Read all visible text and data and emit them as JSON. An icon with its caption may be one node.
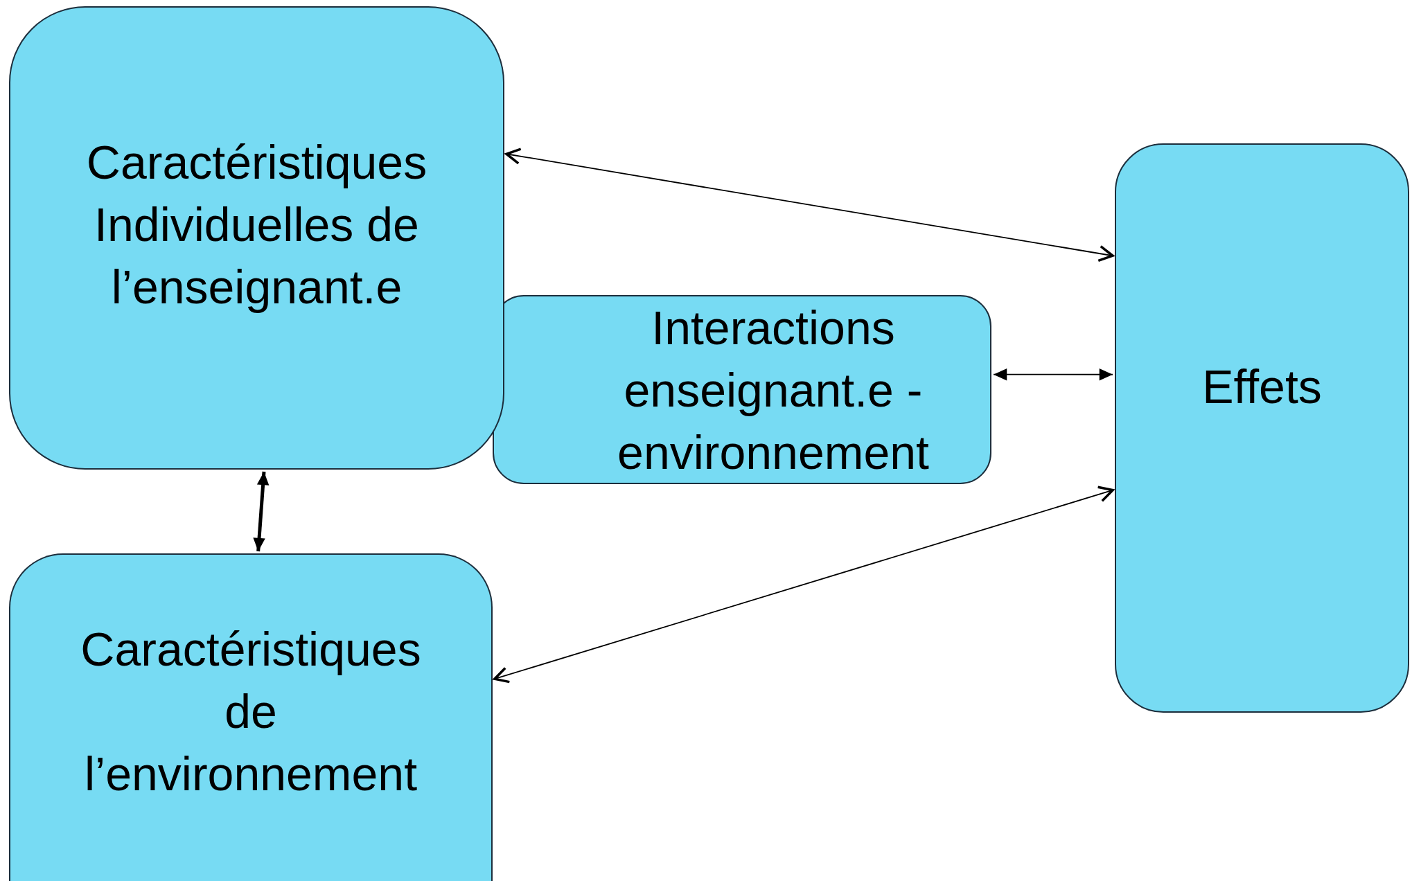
{
  "diagram": {
    "nodes": [
      {
        "text": [
          "Caractéristiques Individuelles de l’enseignant.e"
        ]
      },
      {
        "text": [
          "Interactions enseignant.e - environnement"
        ]
      },
      {
        "text": [
          "Effets"
        ]
      },
      {
        "text": [
          "Caractéristiques de l’environnement"
        ]
      }
    ],
    "edges": [
      {
        "from": 0,
        "to": 2,
        "arrow": "both"
      },
      {
        "from": 0,
        "to": 3,
        "arrow": "both",
        "style": "thick"
      },
      {
        "from": 1,
        "to": 2,
        "arrow": "both"
      },
      {
        "from": 3,
        "to": 2,
        "arrow": "both"
      }
    ]
  }
}
